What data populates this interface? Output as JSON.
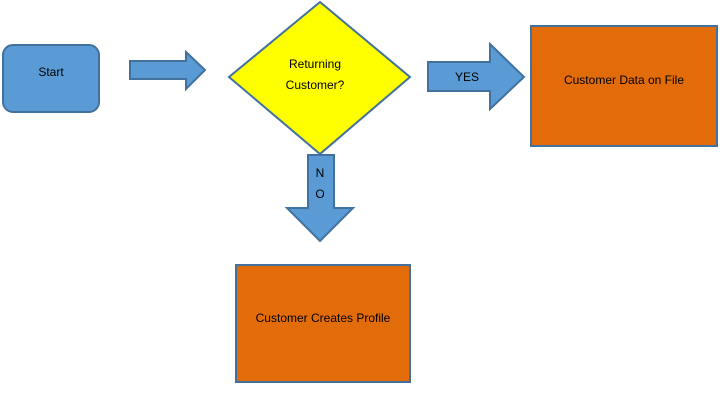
{
  "colors": {
    "start_fill": "#5b9bd5",
    "start_stroke": "#41719c",
    "decision_fill": "#ffff00",
    "decision_stroke": "#41719c",
    "process_fill": "#e36c0a",
    "process_stroke": "#41719c",
    "arrow_fill": "#5b9bd5",
    "arrow_stroke": "#41719c"
  },
  "nodes": {
    "start": {
      "label": "Start"
    },
    "decision": {
      "label_line1": "Returning",
      "label_line2": "Customer?"
    },
    "data_on_file": {
      "label": "Customer Data on File"
    },
    "creates_profile": {
      "label": "Customer Creates Profile"
    }
  },
  "edges": {
    "yes": {
      "label": "YES"
    },
    "no": {
      "label_line1": "N",
      "label_line2": "O"
    }
  }
}
